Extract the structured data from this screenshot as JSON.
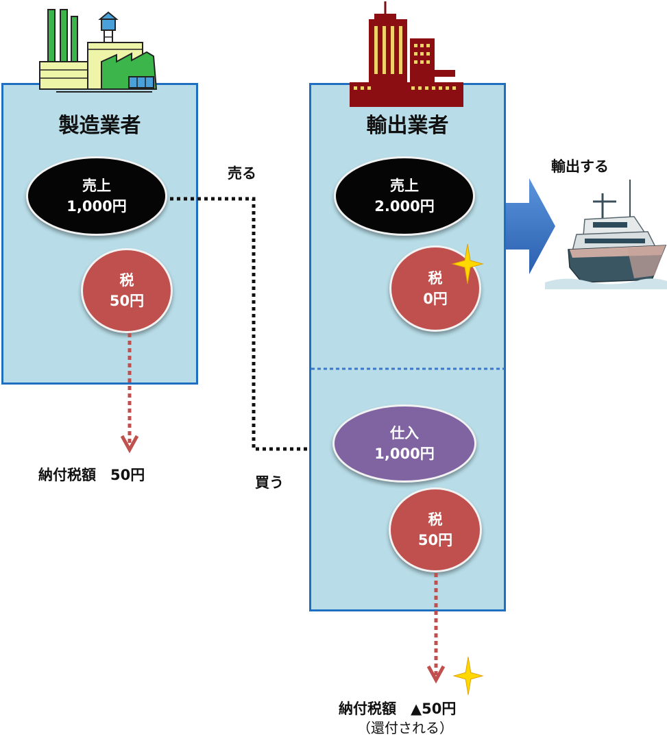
{
  "manufacturer": {
    "title": "製造業者",
    "sales": {
      "label": "売上",
      "amount": "1,000円"
    },
    "tax": {
      "label": "税",
      "amount": "50円"
    },
    "payment": "納付税額　50円"
  },
  "exporter": {
    "title": "輸出業者",
    "sales": {
      "label": "売上",
      "amount": "2.000円"
    },
    "sales_tax": {
      "label": "税",
      "amount": "0円"
    },
    "purchase": {
      "label": "仕入",
      "amount": "1,000円"
    },
    "purchase_tax": {
      "label": "税",
      "amount": "50円"
    },
    "payment": "納付税額　▲50円",
    "refund_note": "（還付される）"
  },
  "flow": {
    "sell": "売る",
    "buy": "買う",
    "export": "輸出する"
  },
  "colors": {
    "panel_fill": "#b8dde8",
    "panel_border": "#1f6fc0",
    "tax_red": "#c0504d",
    "purchase_purple": "#8064a2",
    "arrow_blue": "#3d78c8",
    "sparkle": "#ffd800"
  },
  "icons": [
    "factory-icon",
    "office-building-icon",
    "ship-icon",
    "sparkle-icon"
  ]
}
